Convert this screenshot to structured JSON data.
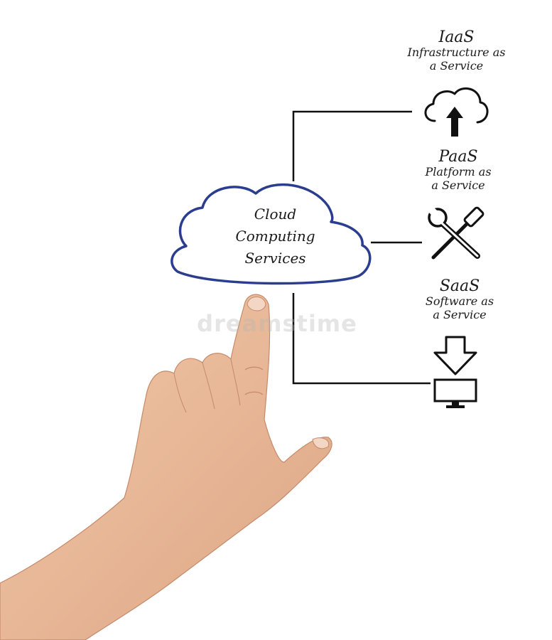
{
  "diagram": {
    "center": {
      "lines": [
        "Cloud",
        "Computing",
        "Services"
      ]
    },
    "services": [
      {
        "abbr": "IaaS",
        "lines": [
          "Infrastructure as",
          "a Service"
        ],
        "icon": "cloud-upload-icon"
      },
      {
        "abbr": "PaaS",
        "lines": [
          "Platform as",
          "a Service"
        ],
        "icon": "wrench-screwdriver-icon"
      },
      {
        "abbr": "SaaS",
        "lines": [
          "Software as",
          "a Service"
        ],
        "icon": "download-monitor-icon"
      }
    ],
    "watermark": "dreamstime",
    "colors": {
      "cloud_outline": "#2b3d8f",
      "lines": "#111111",
      "skin": "#e8b896"
    }
  }
}
